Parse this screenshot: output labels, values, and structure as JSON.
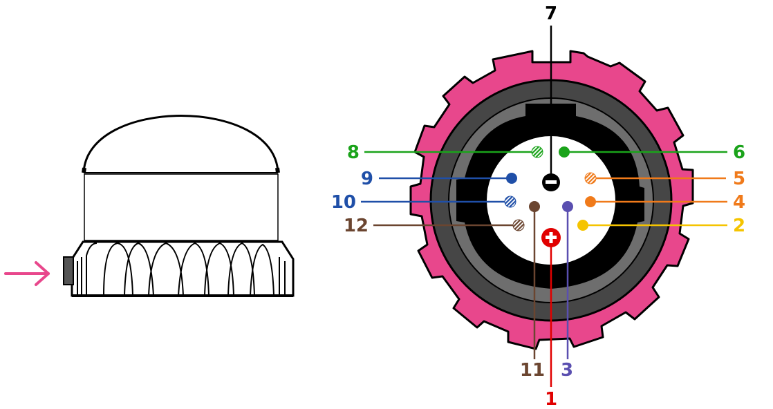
{
  "colors": {
    "pink": "#e8478c",
    "dark_gray": "#444444",
    "mid_gray": "#6e6e6e",
    "black": "#000000",
    "white": "#ffffff"
  },
  "side_view": {
    "arrow_color": "#e8478c",
    "arrow_icon": "right-arrow-icon"
  },
  "pins": [
    {
      "label": "1",
      "color": "#e10000",
      "type": "plus"
    },
    {
      "label": "2",
      "color": "#f5c400",
      "type": "solid"
    },
    {
      "label": "3",
      "color": "#5a4fb0",
      "type": "solid"
    },
    {
      "label": "4",
      "color": "#f07a1a",
      "type": "solid"
    },
    {
      "label": "5",
      "color": "#f07a1a",
      "type": "striped"
    },
    {
      "label": "6",
      "color": "#1aa31a",
      "type": "solid"
    },
    {
      "label": "7",
      "color": "#000000",
      "type": "minus"
    },
    {
      "label": "8",
      "color": "#1aa31a",
      "type": "striped"
    },
    {
      "label": "9",
      "color": "#1f4fa8",
      "type": "solid"
    },
    {
      "label": "10",
      "color": "#1f4fa8",
      "type": "striped"
    },
    {
      "label": "11",
      "color": "#6b4530",
      "type": "solid"
    },
    {
      "label": "12",
      "color": "#6b4530",
      "type": "striped"
    }
  ]
}
